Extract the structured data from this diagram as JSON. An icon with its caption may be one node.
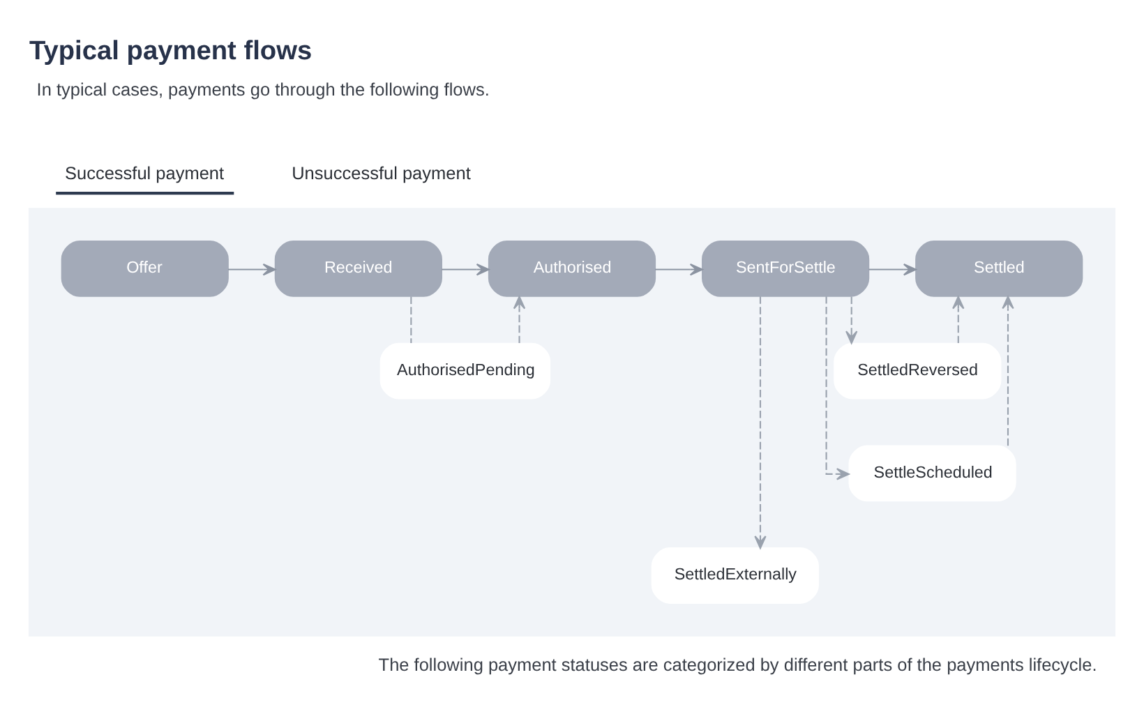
{
  "diagram": {
    "title": "Typical payment flows",
    "nodes": [
      {
        "text": [],
        "shape": "box"
      },
      {
        "text": [
          "Offer"
        ],
        "in": 0
      },
      {
        "text": [
          "Received"
        ],
        "in": 0
      },
      {
        "text": [
          "Authorised"
        ],
        "in": 0
      },
      {
        "text": [
          "SentForSettle"
        ],
        "in": 0
      },
      {
        "text": [
          "Settled"
        ],
        "in": 0
      },
      {
        "text": [
          "AuthorisedPending"
        ],
        "in": 0
      },
      {
        "text": [
          "SettledReversed"
        ],
        "in": 0
      },
      {
        "text": [
          "SettleScheduled"
        ],
        "in": 0
      },
      {
        "text": [
          "SettledExternally"
        ],
        "in": 0
      }
    ],
    "edges": [
      {
        "from": 1,
        "to": 2,
        "arrow": "to"
      },
      {
        "from": 2,
        "to": 3,
        "arrow": "to"
      },
      {
        "from": 3,
        "to": 4,
        "arrow": "to"
      },
      {
        "from": 4,
        "to": 5,
        "arrow": "to"
      },
      {
        "from": 2,
        "to": 6,
        "arrow": "none",
        "style": "dashed"
      },
      {
        "from": 6,
        "to": 3,
        "arrow": "to",
        "style": "dashed"
      },
      {
        "from": 4,
        "to": 7,
        "arrow": "to",
        "style": "dashed"
      },
      {
        "from": 4,
        "to": 8,
        "arrow": "to",
        "style": "dashed"
      },
      {
        "from": 4,
        "to": 9,
        "arrow": "to",
        "style": "dashed"
      },
      {
        "from": 7,
        "to": 5,
        "arrow": "to",
        "style": "dashed"
      },
      {
        "from": 8,
        "to": 5,
        "arrow": "to",
        "style": "dashed"
      }
    ],
    "labels": [
      "In typical cases, payments go through the following flows.",
      "Successful payment",
      "Unsuccessful payment",
      "The following payment statuses are categorized by different parts of the payments lifecycle."
    ]
  }
}
